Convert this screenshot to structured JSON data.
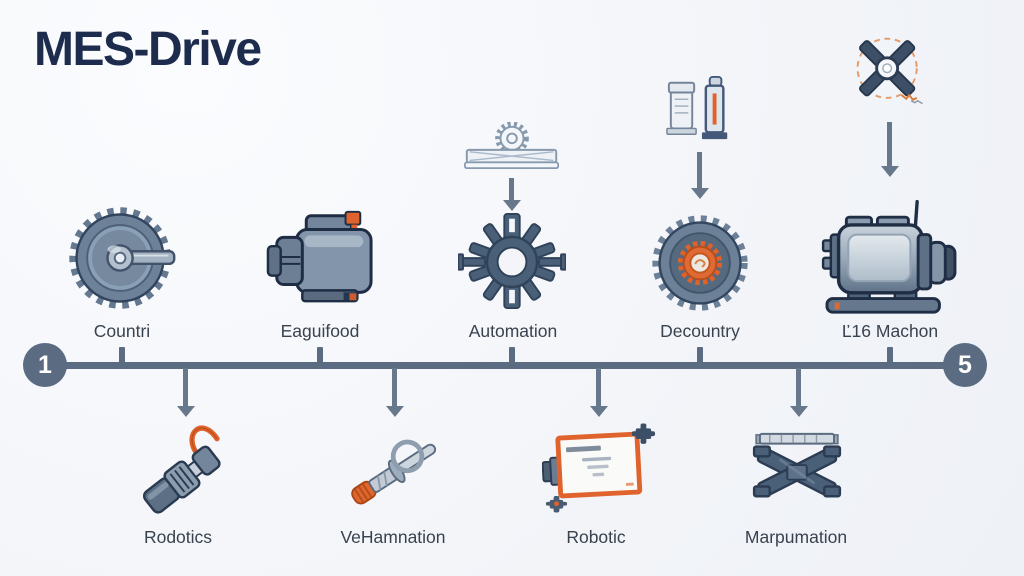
{
  "title": "MES-Drive",
  "colors": {
    "accent_orange": "#e0622c",
    "slate": "#5a6b82",
    "navy": "#1d2c4d",
    "background": "#f3f5f9"
  },
  "timeline": {
    "start_badge": "1",
    "end_badge": "5",
    "top_items": [
      {
        "label": "Countri",
        "icon": "gear-with-shaft-icon"
      },
      {
        "label": "Eaguifood",
        "icon": "gear-motor-icon"
      },
      {
        "label": "Automation",
        "icon": "sprocket-icon",
        "sketch_icon": "gear-on-conveyor-sketch-icon"
      },
      {
        "label": "Decountry",
        "icon": "gear-orange-hub-icon",
        "sketch_icon": "test-cylinders-sketch-icon"
      },
      {
        "label": "Ľ16 Machon",
        "icon": "electric-motor-icon",
        "sketch_icon": "propeller-sketch-icon"
      }
    ],
    "bottom_items": [
      {
        "label": "Rodotics",
        "icon": "cable-coupler-icon"
      },
      {
        "label": "VeHamnation",
        "icon": "threaded-tool-icon"
      },
      {
        "label": "Robotic",
        "icon": "orange-label-card-icon"
      },
      {
        "label": "Marpumation",
        "icon": "scissor-clamp-icon"
      }
    ]
  }
}
